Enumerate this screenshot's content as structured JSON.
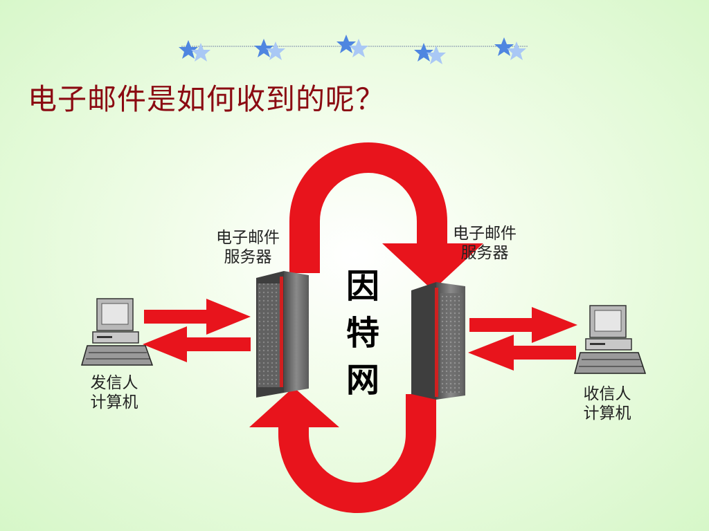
{
  "title": "电子邮件是如何收到的呢？",
  "diagram": {
    "left_server_label": [
      "电子邮件",
      "服务器"
    ],
    "right_server_label": [
      "电子邮件",
      "服务器"
    ],
    "internet_label": [
      "因",
      "特",
      "网"
    ],
    "sender_label": [
      "发信人",
      "计算机"
    ],
    "receiver_label": [
      "收信人",
      "计算机"
    ]
  },
  "colors": {
    "title": "#8b0a12",
    "arrow": "#e8141c",
    "server_body": "#707070",
    "server_stripe": "#d02020",
    "star": "#5a8fe0"
  }
}
